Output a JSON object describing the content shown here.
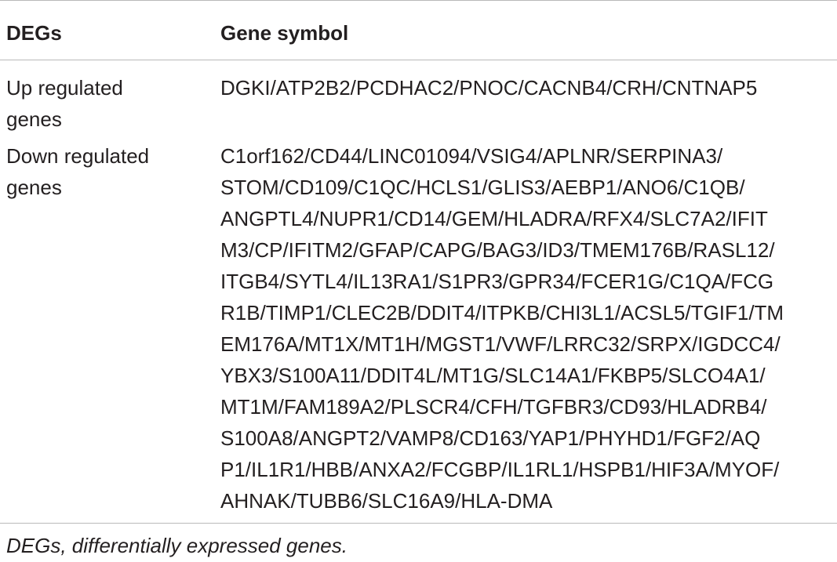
{
  "table": {
    "headers": [
      "DEGs",
      "Gene symbol"
    ],
    "rows": [
      {
        "category_lines": [
          "Up regulated",
          "genes"
        ],
        "gene_lines": [
          "DGKI/ATP2B2/PCDHAC2/PNOC/CACNB4/CRH/CNTNAP5"
        ]
      },
      {
        "category_lines": [
          "Down regulated",
          "genes"
        ],
        "gene_lines": [
          "C1orf162/CD44/LINC01094/VSIG4/APLNR/SERPINA3/",
          "STOM/CD109/C1QC/HCLS1/GLIS3/AEBP1/ANO6/C1QB/",
          "ANGPTL4/NUPR1/CD14/GEM/HLADRA/RFX4/SLC7A2/IFIT",
          "M3/CP/IFITM2/GFAP/CAPG/BAG3/ID3/TMEM176B/RASL12/",
          "ITGB4/SYTL4/IL13RA1/S1PR3/GPR34/FCER1G/C1QA/FCG",
          "R1B/TIMP1/CLEC2B/DDIT4/ITPKB/CHI3L1/ACSL5/TGIF1/TM",
          "EM176A/MT1X/MT1H/MGST1/VWF/LRRC32/SRPX/IGDCC4/",
          "YBX3/S100A11/DDIT4L/MT1G/SLC14A1/FKBP5/SLCO4A1/",
          "MT1M/FAM189A2/PLSCR4/CFH/TGFBR3/CD93/HLADRB4/",
          "S100A8/ANGPT2/VAMP8/CD163/YAP1/PHYHD1/FGF2/AQ",
          "P1/IL1R1/HBB/ANXA2/FCGBP/IL1RL1/HSPB1/HIF3A/MYOF/",
          "AHNAK/TUBB6/SLC16A9/HLA-DMA"
        ]
      }
    ]
  },
  "footnote": "DEGs, differentially expressed genes."
}
